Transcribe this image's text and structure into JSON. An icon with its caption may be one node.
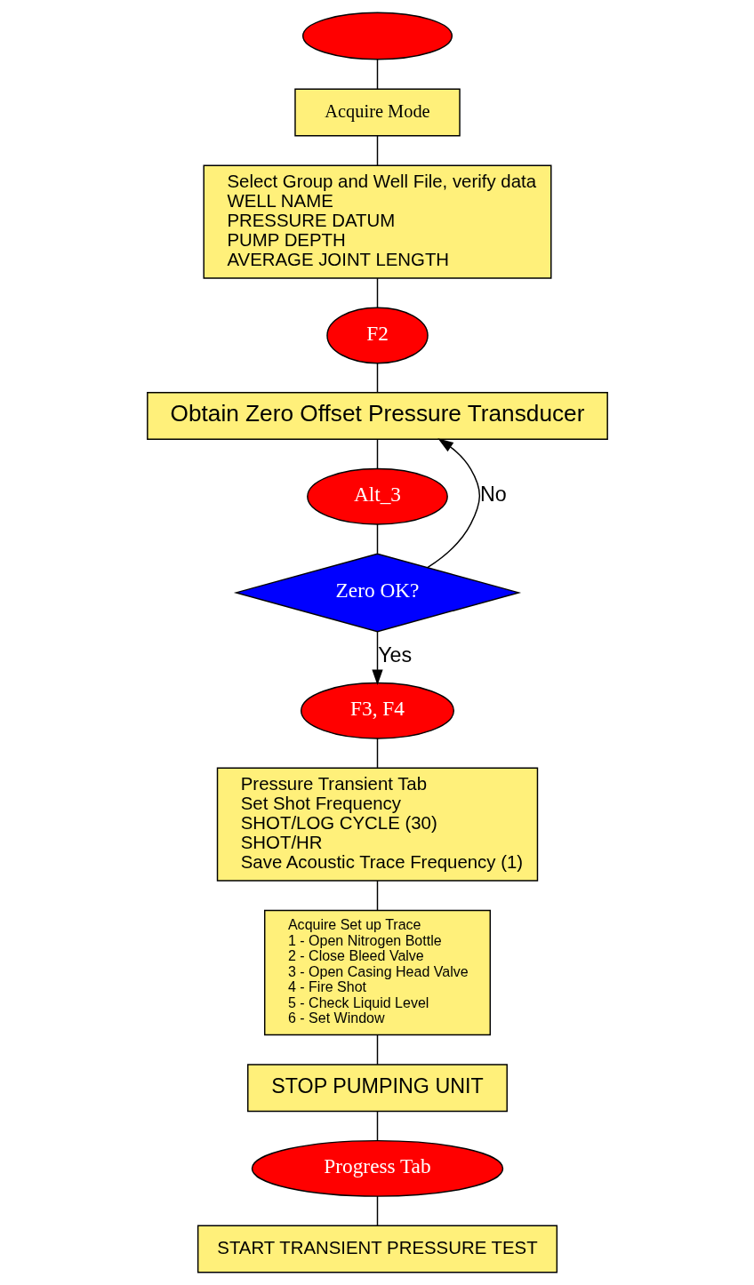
{
  "diagram": {
    "nodes": [
      {
        "text": [],
        "shape": "ellipse"
      },
      {
        "text": [
          "Acquire Mode"
        ]
      },
      {
        "text": [
          "Select Group and Well File, verify data",
          "WELL NAME",
          "PRESSURE DATUM",
          "PUMP DEPTH",
          "AVERAGE JOINT LENGTH"
        ]
      },
      {
        "text": [
          "F2"
        ]
      },
      {
        "text": [
          "Obtain Zero Offset Pressure Transducer"
        ]
      },
      {
        "text": [
          "Alt_3"
        ]
      },
      {
        "text": [
          "Zero OK?"
        ]
      },
      {
        "text": [
          "F3, F4"
        ]
      },
      {
        "text": [
          "Pressure Transient Tab",
          "Set Shot Frequency",
          "SHOT/LOG CYCLE (30)",
          "SHOT/HR",
          "Save Acoustic Trace Frequency (1)"
        ]
      },
      {
        "text": [
          "Acquire Set up Trace",
          "1 - Open Nitrogen Bottle",
          "2 - Close Bleed Valve",
          "3 - Open Casing Head Valve",
          "4 - Fire Shot",
          "5 - Check Liquid Level",
          "6 - Set Window"
        ]
      },
      {
        "text": [
          "STOP PUMPING UNIT"
        ]
      },
      {
        "text": [
          "Progress Tab"
        ]
      },
      {
        "text": [
          "START TRANSIENT PRESSURE TEST"
        ]
      }
    ],
    "edges": [
      {
        "from": 0,
        "to": 1,
        "arrow": "none"
      },
      {
        "from": 1,
        "to": 2,
        "arrow": "none"
      },
      {
        "from": 2,
        "to": 3,
        "arrow": "none"
      },
      {
        "from": 3,
        "to": 4,
        "arrow": "none"
      },
      {
        "from": 4,
        "to": 5,
        "arrow": "none"
      },
      {
        "from": 5,
        "to": 6,
        "arrow": "none"
      },
      {
        "from": 6,
        "to": 7,
        "arrow": "to",
        "label": "Yes"
      },
      {
        "from": 6,
        "to": 4,
        "arrow": "to",
        "label": "No"
      },
      {
        "from": 7,
        "to": 8,
        "arrow": "none"
      },
      {
        "from": 8,
        "to": 9,
        "arrow": "none"
      },
      {
        "from": 9,
        "to": 10,
        "arrow": "none"
      },
      {
        "from": 10,
        "to": 11,
        "arrow": "none"
      },
      {
        "from": 11,
        "to": 12,
        "arrow": "none"
      }
    ]
  }
}
